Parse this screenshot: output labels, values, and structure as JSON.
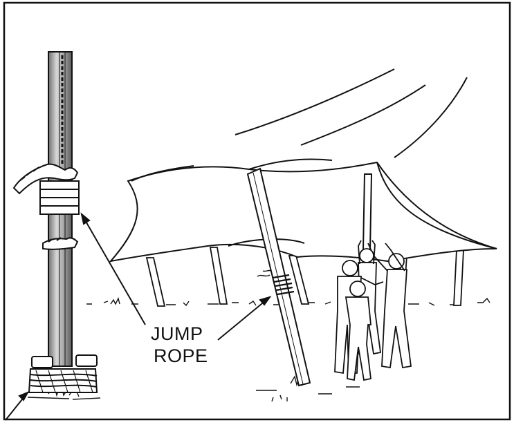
{
  "illustration": {
    "subject": "tent-pole-raising-diagram",
    "callout_lines": [
      "JUMP",
      "ROPE"
    ],
    "ink_color": "#111111",
    "paper_color": "#ffffff",
    "pole_shade": "#9a9a9a"
  }
}
